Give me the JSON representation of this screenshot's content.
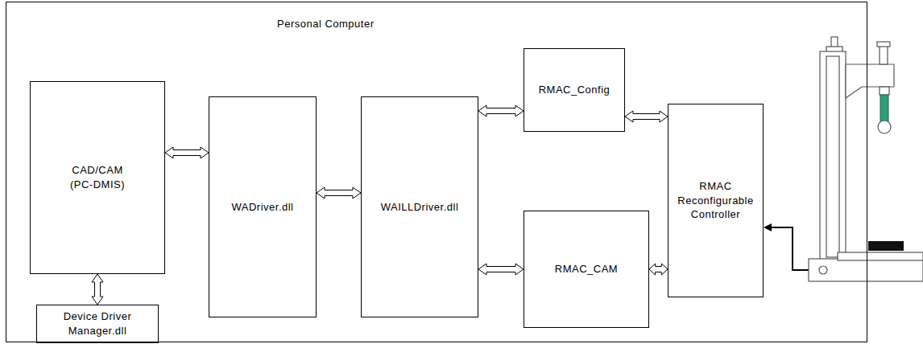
{
  "diagram": {
    "nodes": [
      {
        "text": [
          "Personal Computer"
        ]
      },
      {
        "text": [
          "CAD/CAM (PC-DMIS)"
        ],
        "in": 0
      },
      {
        "text": [
          "Device Driver Manager.dll"
        ],
        "in": 0
      },
      {
        "text": [
          "WADriver.dll"
        ],
        "in": 0
      },
      {
        "text": [
          "WAILLDriver.dll"
        ],
        "in": 0
      },
      {
        "text": [
          "RMAC_Config"
        ],
        "in": 0
      },
      {
        "text": [
          "RMAC_CAM"
        ],
        "in": 0
      },
      {
        "text": [
          "RMAC Reconfigurable Controller"
        ],
        "in": 0
      }
    ],
    "edges": [
      {
        "from": 1,
        "to": 3,
        "arrow": "both"
      },
      {
        "from": 1,
        "to": 2,
        "arrow": "both"
      },
      {
        "from": 3,
        "to": 4,
        "arrow": "both"
      },
      {
        "from": 4,
        "to": 5,
        "arrow": "both"
      },
      {
        "from": 4,
        "to": 6,
        "arrow": "both"
      },
      {
        "from": 5,
        "to": 7,
        "arrow": "both"
      },
      {
        "from": 6,
        "to": 7,
        "arrow": "both"
      }
    ]
  }
}
